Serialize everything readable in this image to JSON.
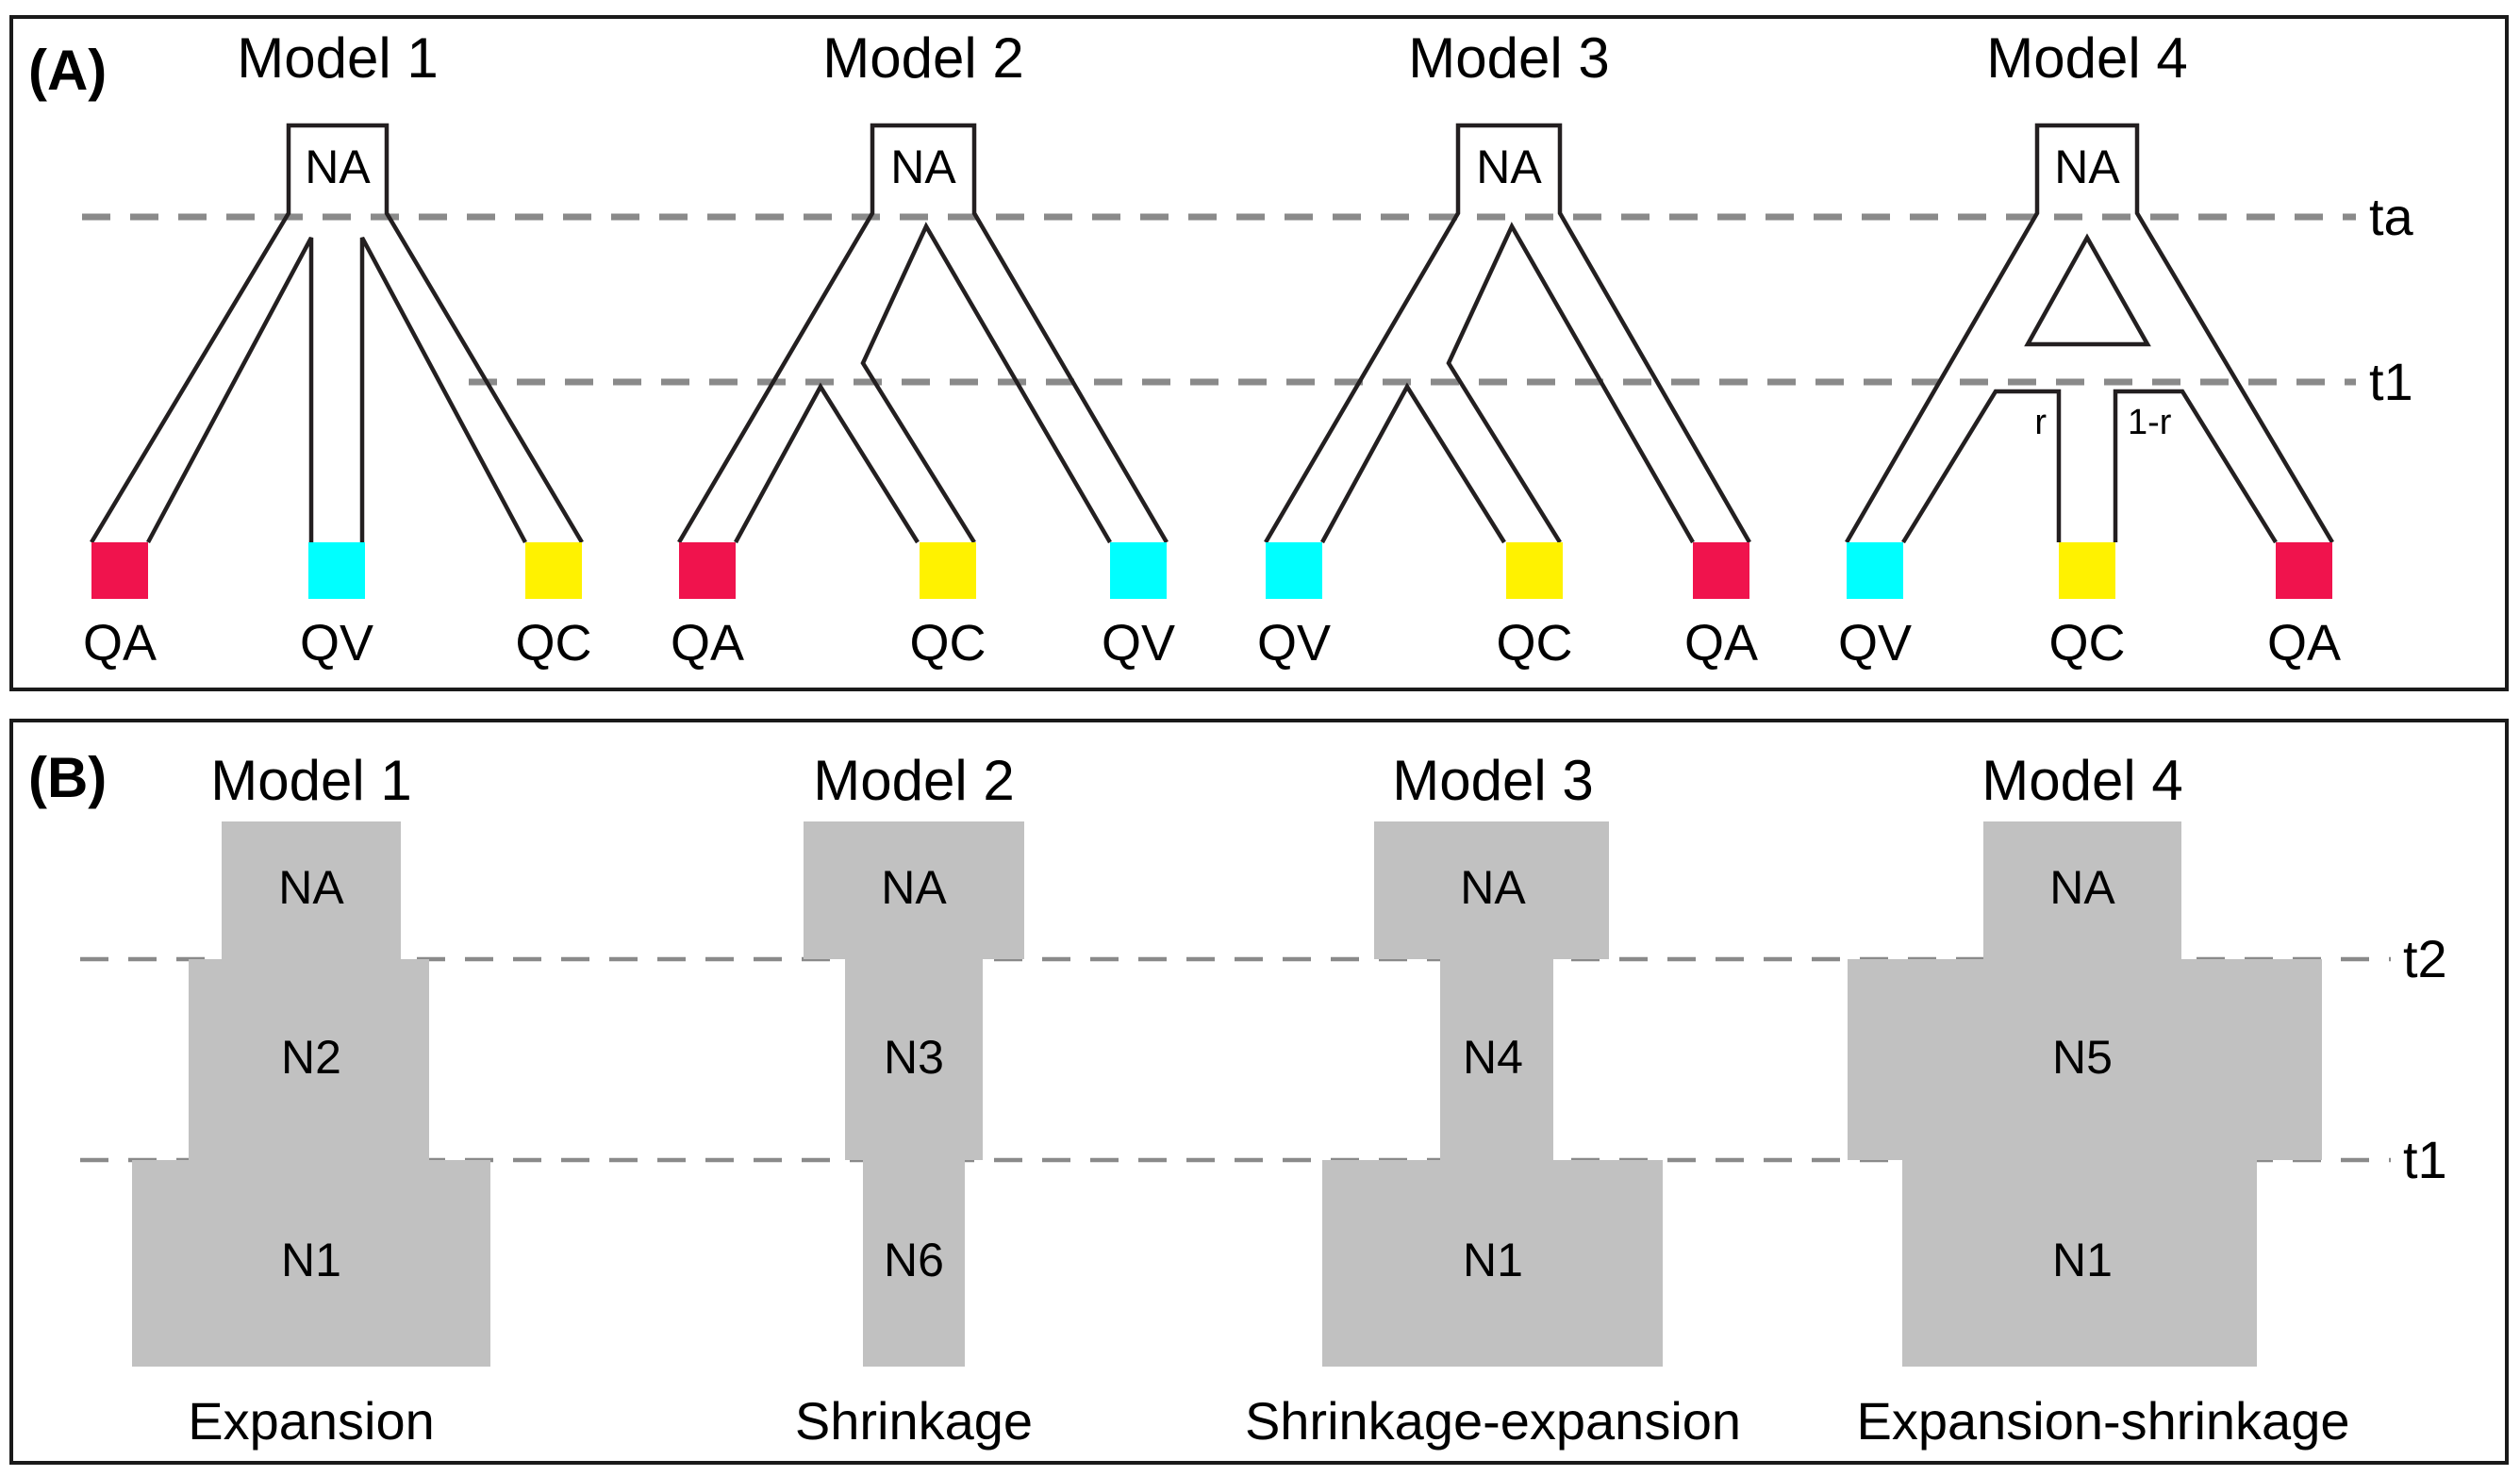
{
  "colors": {
    "tree_outline": "#231F20",
    "dashed_line": "#8A8A8A",
    "panel_border": "#1A1A1A",
    "background": "#FFFFFF"
  },
  "panel_a": {
    "label": "(A)",
    "time_axis": {
      "ta": "ta",
      "t1": "t1"
    },
    "models": [
      {
        "title": "Model 1",
        "ancestor_label": "NA",
        "tips": [
          {
            "label": "QA",
            "color": "#F0134D"
          },
          {
            "label": "QV",
            "color": "#00FFFF"
          },
          {
            "label": "QC",
            "color": "#FFF200"
          }
        ]
      },
      {
        "title": "Model 2",
        "ancestor_label": "NA",
        "tips": [
          {
            "label": "QA",
            "color": "#F0134D"
          },
          {
            "label": "QC",
            "color": "#FFF200"
          },
          {
            "label": "QV",
            "color": "#00FFFF"
          }
        ]
      },
      {
        "title": "Model 3",
        "ancestor_label": "NA",
        "tips": [
          {
            "label": "QV",
            "color": "#00FFFF"
          },
          {
            "label": "QC",
            "color": "#FFF200"
          },
          {
            "label": "QA",
            "color": "#F0134D"
          }
        ]
      },
      {
        "title": "Model 4",
        "ancestor_label": "NA",
        "admixture": {
          "left_proportion": "r",
          "right_proportion": "1-r"
        },
        "tips": [
          {
            "label": "QV",
            "color": "#00FFFF"
          },
          {
            "label": "QC",
            "color": "#FFF200"
          },
          {
            "label": "QA",
            "color": "#F0134D"
          }
        ]
      }
    ]
  },
  "panel_b": {
    "label": "(B)",
    "time_axis": {
      "t2": "t2",
      "t1": "t1"
    },
    "box_color": "#C1C1C1",
    "models": [
      {
        "title": "Model 1",
        "stages": {
          "ancestral": "NA",
          "intermediate": "N2",
          "current": "N1"
        },
        "caption": "Expansion"
      },
      {
        "title": "Model 2",
        "stages": {
          "ancestral": "NA",
          "intermediate": "N3",
          "current": "N6"
        },
        "caption": "Shrinkage"
      },
      {
        "title": "Model 3",
        "stages": {
          "ancestral": "NA",
          "intermediate": "N4",
          "current": "N1"
        },
        "caption": "Shrinkage-expansion"
      },
      {
        "title": "Model 4",
        "stages": {
          "ancestral": "NA",
          "intermediate": "N5",
          "current": "N1"
        },
        "caption": "Expansion-shrinkage"
      }
    ]
  }
}
